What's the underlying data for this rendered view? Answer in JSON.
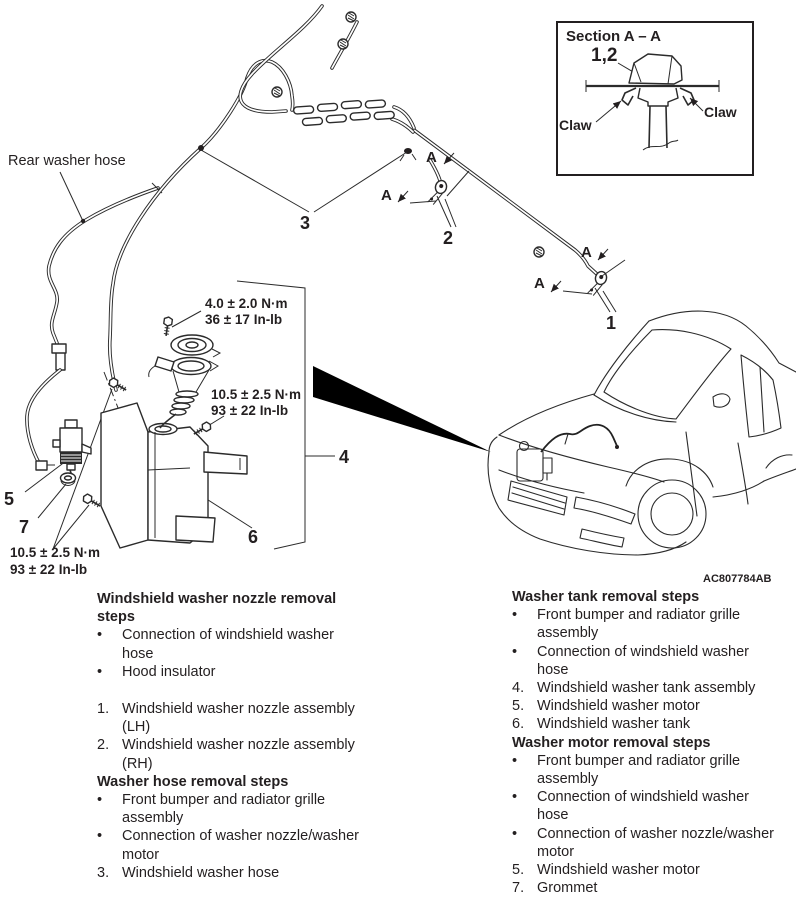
{
  "page": {
    "background": "#ffffff",
    "ink": "#231f20"
  },
  "diagram": {
    "rear_washer_hose_label": "Rear washer hose",
    "section_inset": {
      "title": "Section A – A",
      "ref_label": "1,2",
      "claw_left": "Claw",
      "claw_right": "Claw"
    },
    "section_marker": "A",
    "torque_specs": {
      "cap_bolt": {
        "metric": "4.0 ± 2.0 N·m",
        "imperial": "36 ± 17 In-lb"
      },
      "neck_bolt": {
        "metric": "10.5 ± 2.5 N·m",
        "imperial": "93 ± 22 In-lb"
      },
      "tank_bolts": {
        "metric": "10.5 ± 2.5 N·m",
        "imperial": "93 ± 22 In-lb"
      }
    },
    "callouts": {
      "n1": "1",
      "n2": "2",
      "n3": "3",
      "n4": "4",
      "n5": "5",
      "n6": "6",
      "n7": "7"
    },
    "figure_code": "AC807784AB"
  },
  "legend": {
    "left": [
      {
        "t": "Windshield washer nozzle removal"
      },
      {
        "t": "steps"
      },
      {
        "m": "•",
        "t": "Connection of windshield washer"
      },
      {
        "t": "hose"
      },
      {
        "m": "•",
        "t": "Hood insulator"
      },
      {
        "m": "1.",
        "t": "Windshield washer nozzle assembly"
      },
      {
        "t": "(LH)"
      },
      {
        "m": "2.",
        "t": "Windshield washer nozzle assembly"
      },
      {
        "t": "(RH)"
      },
      {
        "t": "Washer hose removal steps"
      },
      {
        "m": "•",
        "t": "Front bumper and radiator grille"
      },
      {
        "t": "assembly"
      },
      {
        "m": "•",
        "t": "Connection of washer nozzle/washer"
      },
      {
        "t": "motor"
      },
      {
        "m": "3.",
        "t": "Windshield washer hose"
      }
    ],
    "right": [
      {
        "t": "Washer tank removal steps"
      },
      {
        "m": "•",
        "t": "Front bumper and radiator grille"
      },
      {
        "t": "assembly"
      },
      {
        "m": "•",
        "t": "Connection of windshield washer"
      },
      {
        "t": "hose"
      },
      {
        "m": "4.",
        "t": "Windshield washer tank assembly"
      },
      {
        "m": "5.",
        "t": "Windshield washer motor"
      },
      {
        "m": "6.",
        "t": "Windshield washer tank"
      },
      {
        "t": "Washer motor removal steps"
      },
      {
        "m": "•",
        "t": "Front bumper and radiator grille"
      },
      {
        "t": "assembly"
      },
      {
        "m": "•",
        "t": "Connection of windshield washer"
      },
      {
        "t": "hose"
      },
      {
        "m": "•",
        "t": "Connection of washer nozzle/washer"
      },
      {
        "t": "motor"
      },
      {
        "m": "5.",
        "t": "Windshield washer motor"
      },
      {
        "m": "7.",
        "t": "Grommet"
      }
    ]
  }
}
